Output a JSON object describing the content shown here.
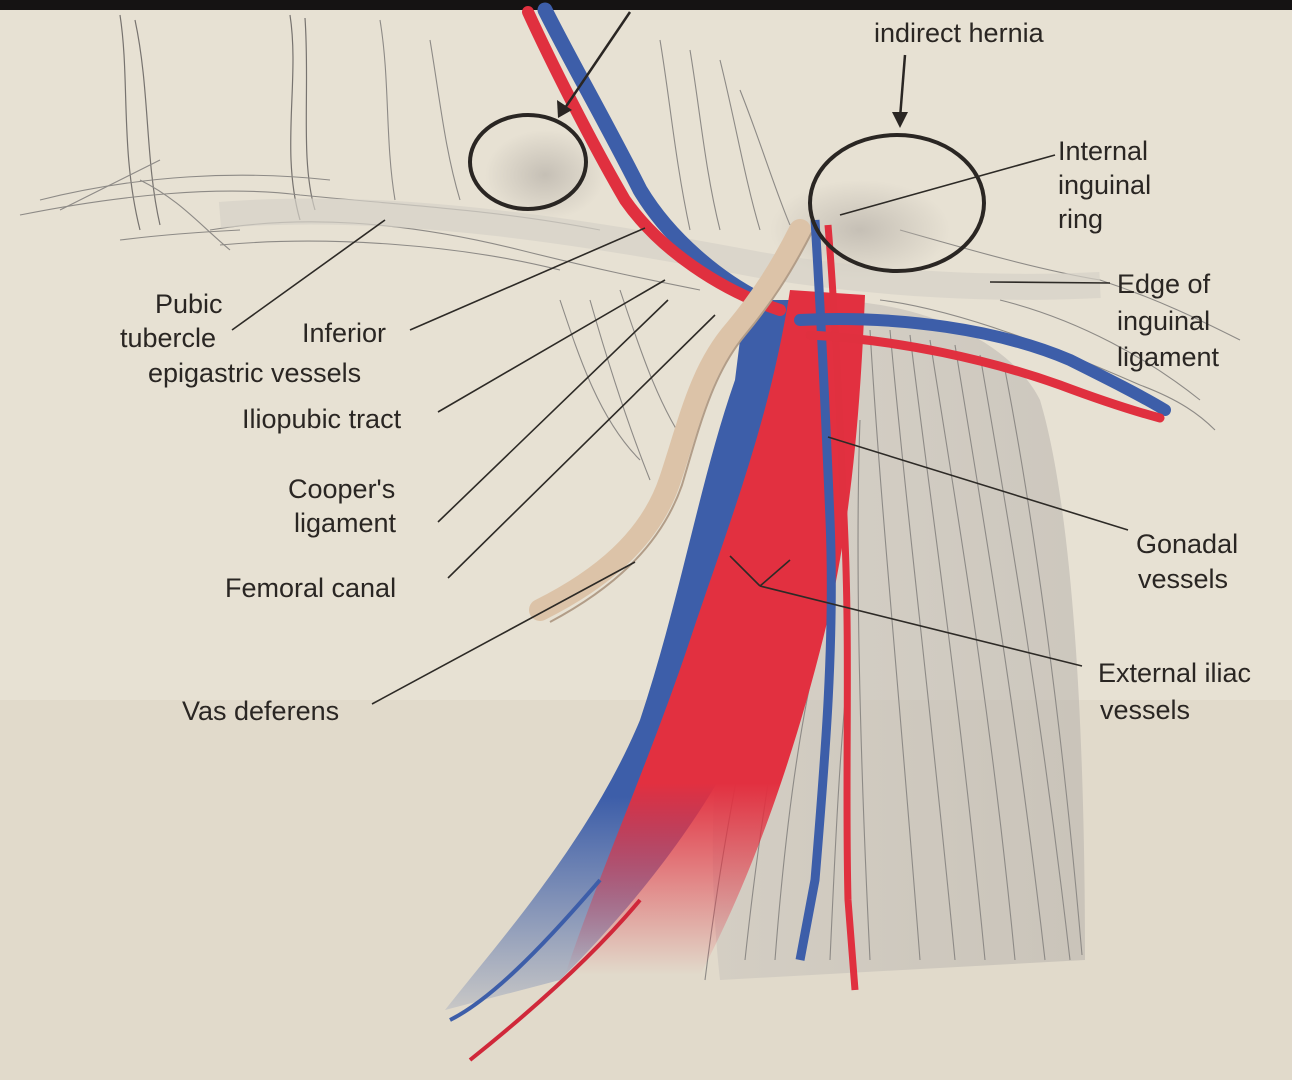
{
  "labels": {
    "indirect_hernia": "indirect hernia",
    "internal_ring": [
      "Internal",
      "inguinal",
      "ring"
    ],
    "edge_ligament": [
      "Edge of",
      "inguinal",
      "ligament"
    ],
    "pubic_tubercle": [
      "Pubic",
      "tubercle"
    ],
    "inferior_epigastric": [
      "Inferior",
      "epigastric vessels"
    ],
    "iliopubic_tract": "Iliopubic tract",
    "coopers_ligament": [
      "Cooper's",
      "ligament"
    ],
    "femoral_canal": "Femoral canal",
    "vas_deferens": "Vas deferens",
    "gonadal_vessels": [
      "Gonadal",
      "vessels"
    ],
    "external_iliac": [
      "External iliac",
      "vessels"
    ]
  },
  "colors": {
    "paper": "#e7e1d3",
    "artery": "#e0303f",
    "vein": "#3d5ea9",
    "vas": "#dcc3a8",
    "outline": "#2a2623"
  }
}
